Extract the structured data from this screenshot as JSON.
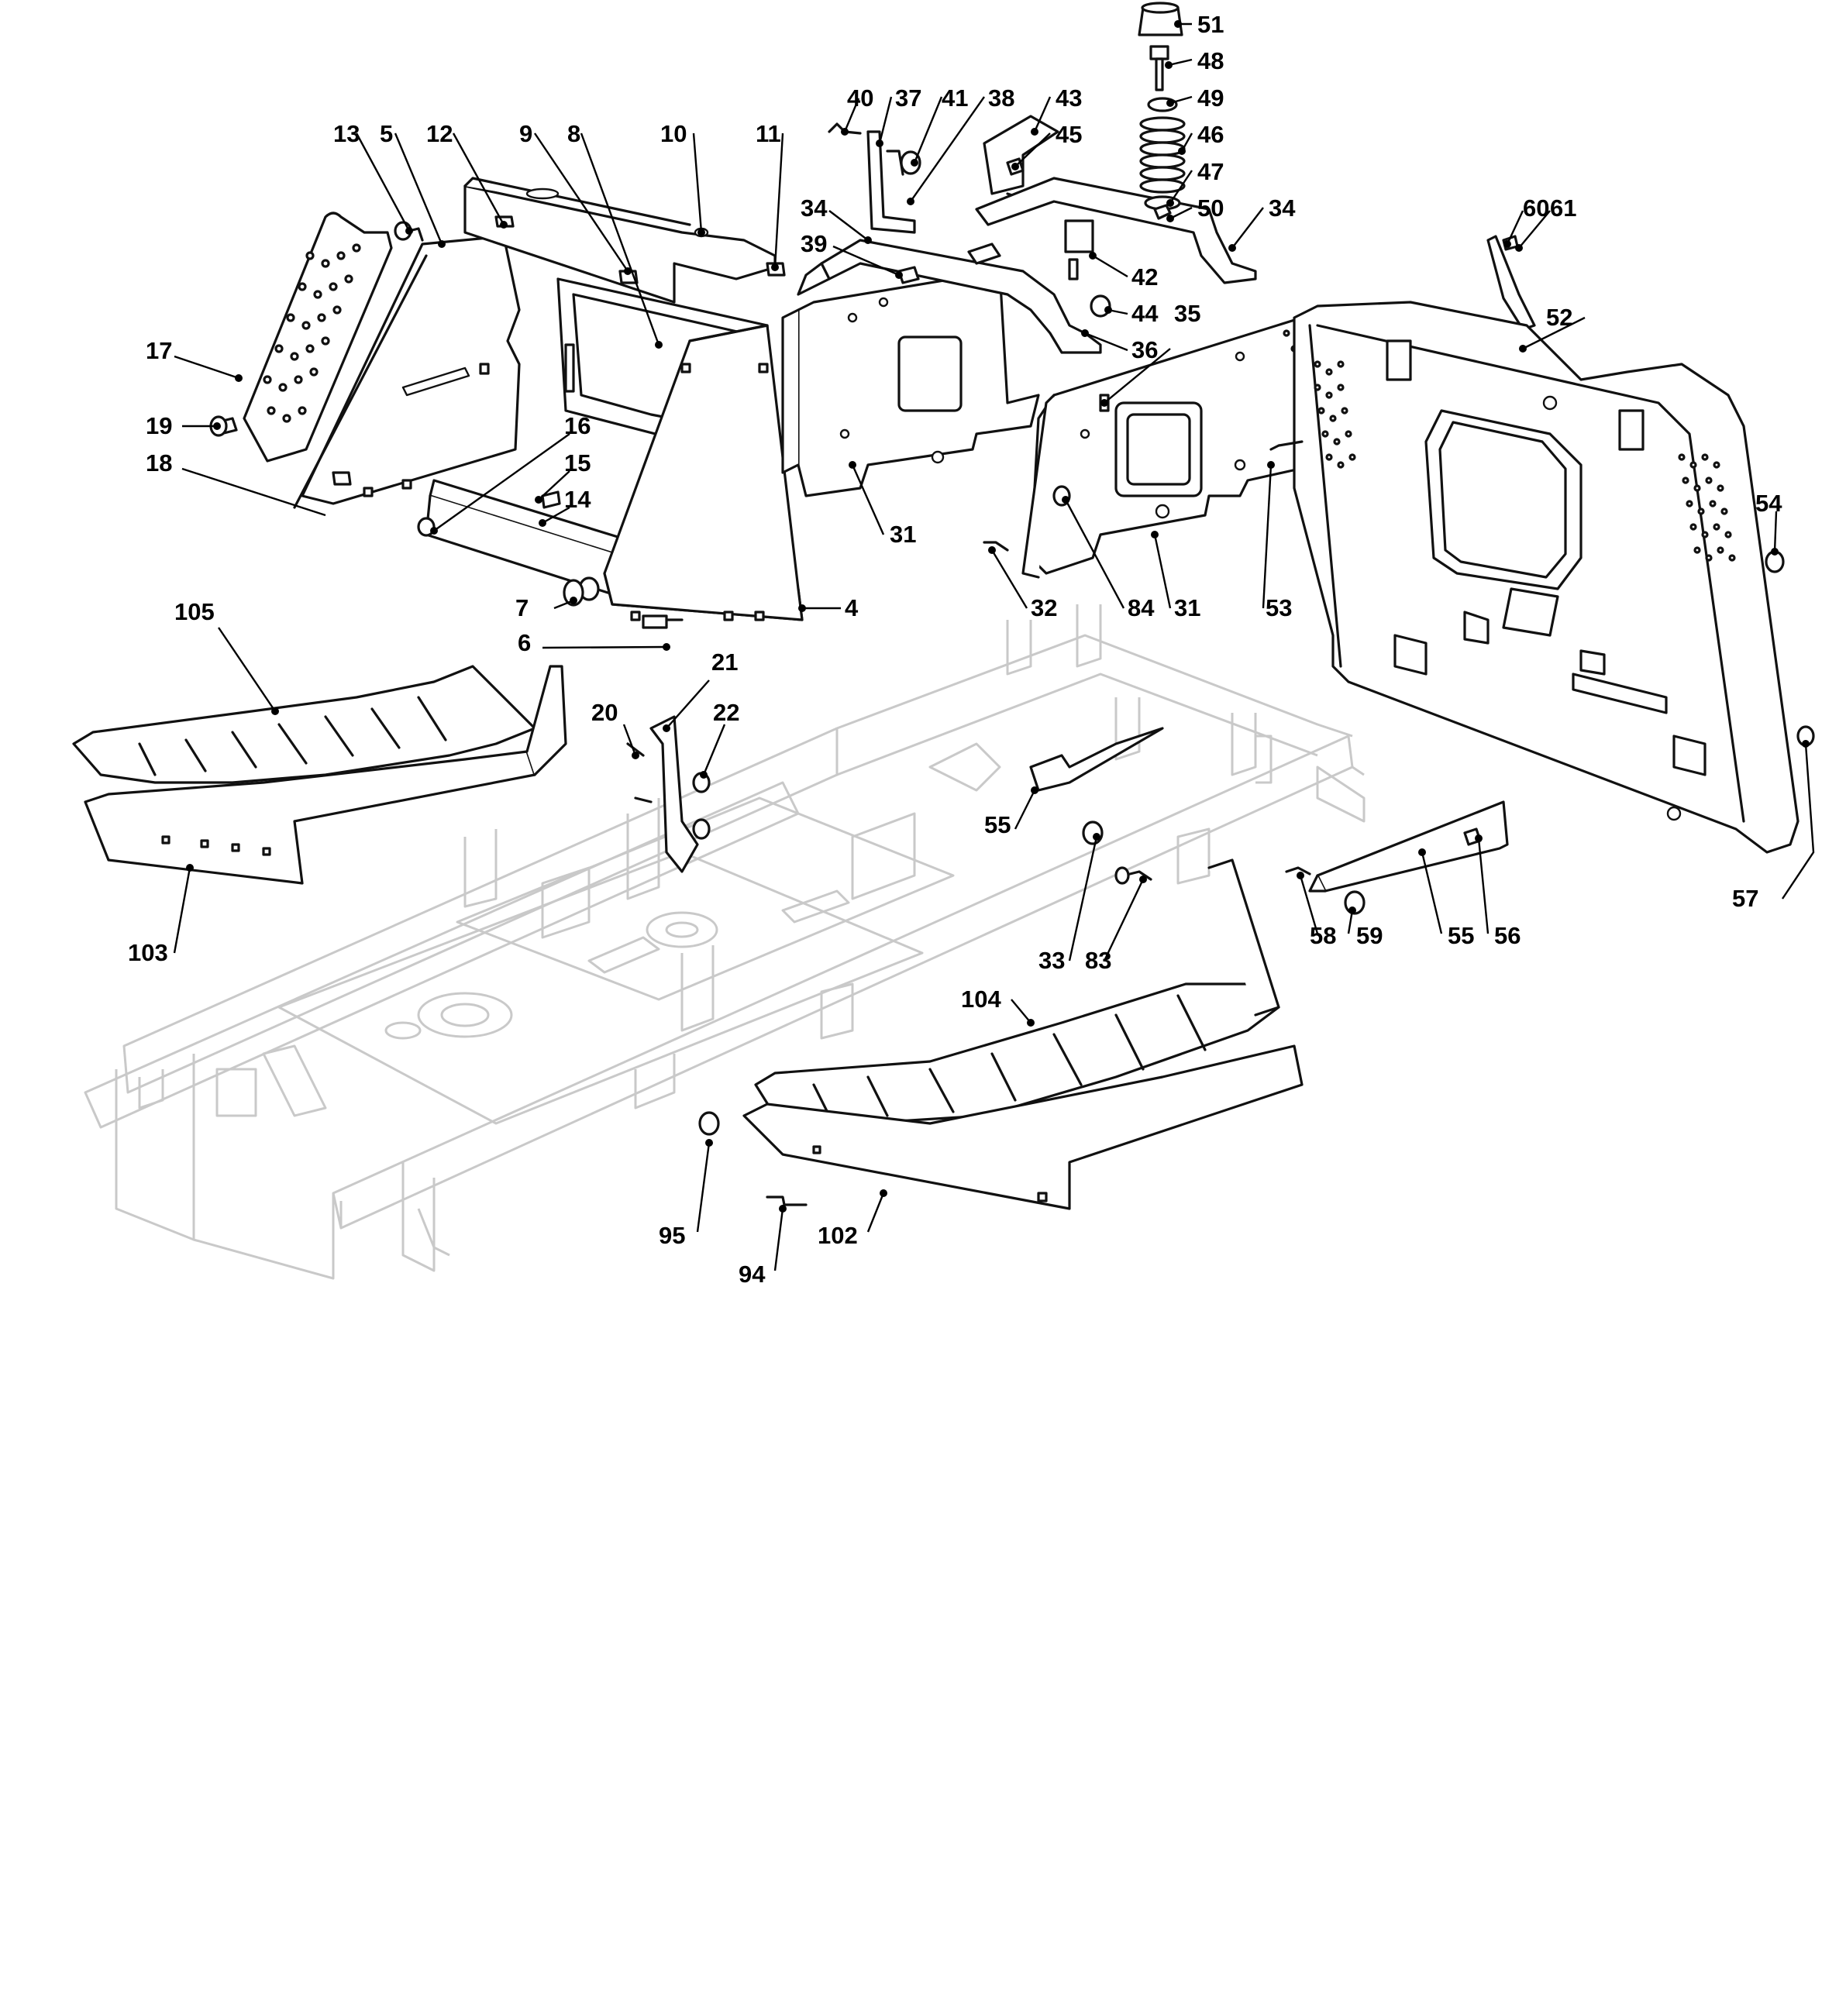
{
  "callouts": [
    {
      "id": "c51",
      "text": "51"
    },
    {
      "id": "c48",
      "text": "48"
    },
    {
      "id": "c49",
      "text": "49"
    },
    {
      "id": "c46",
      "text": "46"
    },
    {
      "id": "c47",
      "text": "47"
    },
    {
      "id": "c50",
      "text": "50"
    },
    {
      "id": "c34a",
      "text": "34"
    },
    {
      "id": "c43",
      "text": "43"
    },
    {
      "id": "c45",
      "text": "45"
    },
    {
      "id": "c40",
      "text": "40"
    },
    {
      "id": "c37",
      "text": "37"
    },
    {
      "id": "c41",
      "text": "41"
    },
    {
      "id": "c38",
      "text": "38"
    },
    {
      "id": "c13",
      "text": "13"
    },
    {
      "id": "c5",
      "text": "5"
    },
    {
      "id": "c12",
      "text": "12"
    },
    {
      "id": "c9",
      "text": "9"
    },
    {
      "id": "c8",
      "text": "8"
    },
    {
      "id": "c10",
      "text": "10"
    },
    {
      "id": "c11",
      "text": "11"
    },
    {
      "id": "c34b",
      "text": "34"
    },
    {
      "id": "c39",
      "text": "39"
    },
    {
      "id": "c42",
      "text": "42"
    },
    {
      "id": "c44",
      "text": "44"
    },
    {
      "id": "c35",
      "text": "35"
    },
    {
      "id": "c36",
      "text": "36"
    },
    {
      "id": "c60",
      "text": "60"
    },
    {
      "id": "c61",
      "text": "61"
    },
    {
      "id": "c52",
      "text": "52"
    },
    {
      "id": "c17",
      "text": "17"
    },
    {
      "id": "c19",
      "text": "19"
    },
    {
      "id": "c16",
      "text": "16"
    },
    {
      "id": "c15",
      "text": "15"
    },
    {
      "id": "c18",
      "text": "18"
    },
    {
      "id": "c14",
      "text": "14"
    },
    {
      "id": "c31a",
      "text": "31"
    },
    {
      "id": "c54",
      "text": "54"
    },
    {
      "id": "c7",
      "text": "7"
    },
    {
      "id": "c4",
      "text": "4"
    },
    {
      "id": "c32",
      "text": "32"
    },
    {
      "id": "c84",
      "text": "84"
    },
    {
      "id": "c31b",
      "text": "31"
    },
    {
      "id": "c53",
      "text": "53"
    },
    {
      "id": "c105",
      "text": "105"
    },
    {
      "id": "c6",
      "text": "6"
    },
    {
      "id": "c21",
      "text": "21"
    },
    {
      "id": "c20",
      "text": "20"
    },
    {
      "id": "c22",
      "text": "22"
    },
    {
      "id": "c55a",
      "text": "55"
    },
    {
      "id": "c103",
      "text": "103"
    },
    {
      "id": "c33",
      "text": "33"
    },
    {
      "id": "c83",
      "text": "83"
    },
    {
      "id": "c58",
      "text": "58"
    },
    {
      "id": "c59",
      "text": "59"
    },
    {
      "id": "c55b",
      "text": "55"
    },
    {
      "id": "c56",
      "text": "56"
    },
    {
      "id": "c57",
      "text": "57"
    },
    {
      "id": "c104",
      "text": "104"
    },
    {
      "id": "c95",
      "text": "95"
    },
    {
      "id": "c102",
      "text": "102"
    },
    {
      "id": "c94",
      "text": "94"
    }
  ]
}
